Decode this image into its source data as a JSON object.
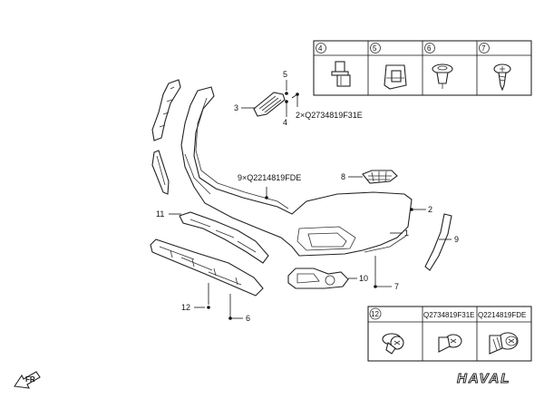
{
  "part_labels": {
    "p1": "1",
    "p2": "2",
    "p3": "3",
    "p4": "4",
    "p5": "5",
    "p6": "6",
    "p7": "7",
    "p8": "8",
    "p9": "9",
    "p10": "10",
    "p11": "11",
    "p12": "12"
  },
  "callouts": {
    "top_screw_qty": "2×Q2734819F31E",
    "mid_screw_qty": "9×Q2214819FDE"
  },
  "fastener_table_top": {
    "headers": [
      "4",
      "5",
      "6",
      "7"
    ]
  },
  "fastener_table_bottom": {
    "headers": [
      "12",
      "Q2734819F31E",
      "Q2214819FDE"
    ]
  },
  "orientation_tag": "FR",
  "brand": "HAVAL",
  "colors": {
    "line": "#222222",
    "background": "#ffffff"
  }
}
